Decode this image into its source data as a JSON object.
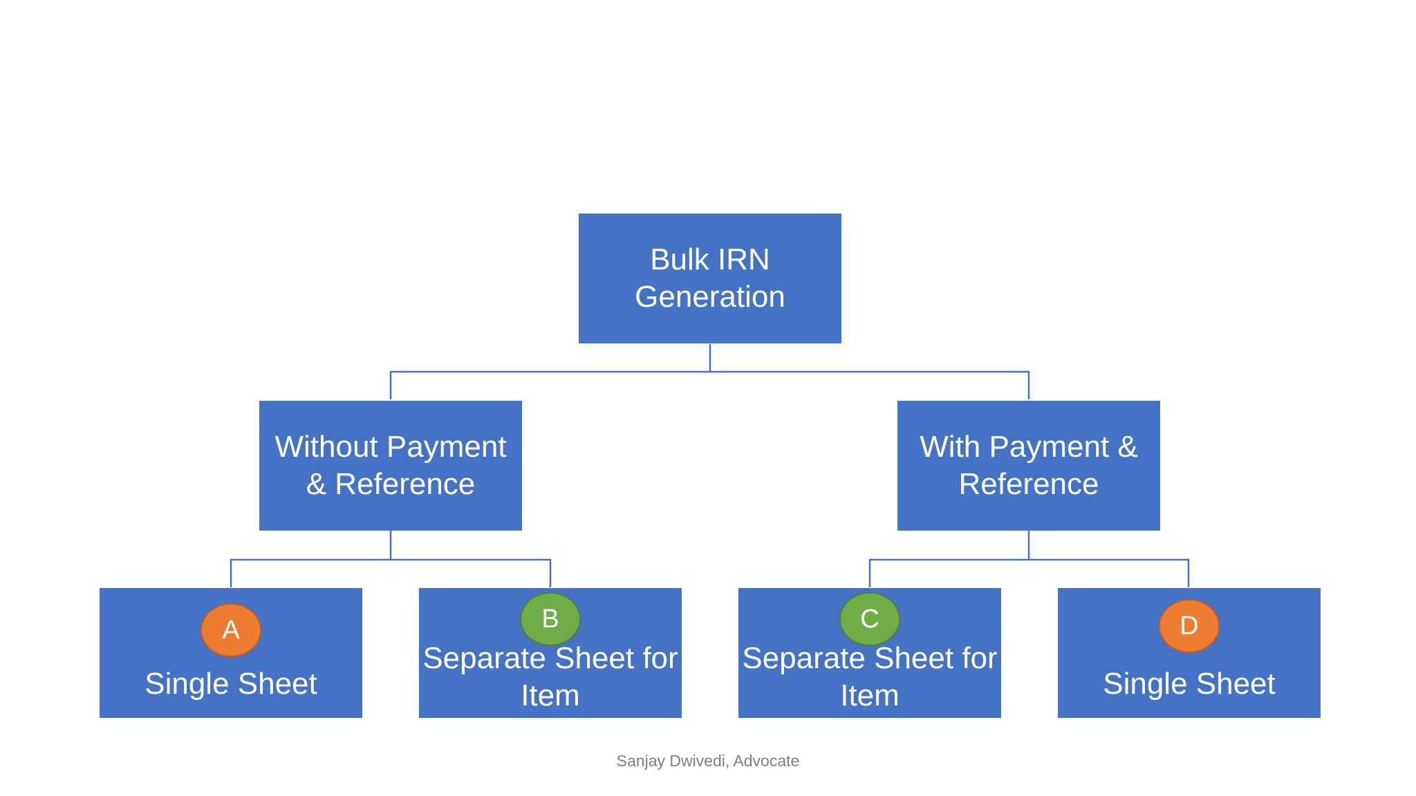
{
  "colors": {
    "node_fill": "#4472c4",
    "connector": "#4472c4",
    "badge_orange": "#ed7d31",
    "badge_green": "#70ad47",
    "footer_text": "#7f7f7f"
  },
  "root": {
    "label": "Bulk IRN\nGeneration"
  },
  "branches": [
    {
      "label": "Without Payment\n& Reference",
      "leaves": [
        {
          "badge": "A",
          "badge_color": "orange",
          "label": "Single Sheet"
        },
        {
          "badge": "B",
          "badge_color": "green",
          "label": "Separate Sheet for\nItem"
        }
      ]
    },
    {
      "label": "With Payment &\nReference",
      "leaves": [
        {
          "badge": "C",
          "badge_color": "green",
          "label": "Separate Sheet for\nItem"
        },
        {
          "badge": "D",
          "badge_color": "orange",
          "label": "Single Sheet"
        }
      ]
    }
  ],
  "footer": {
    "text": "Sanjay Dwivedi, Advocate"
  }
}
